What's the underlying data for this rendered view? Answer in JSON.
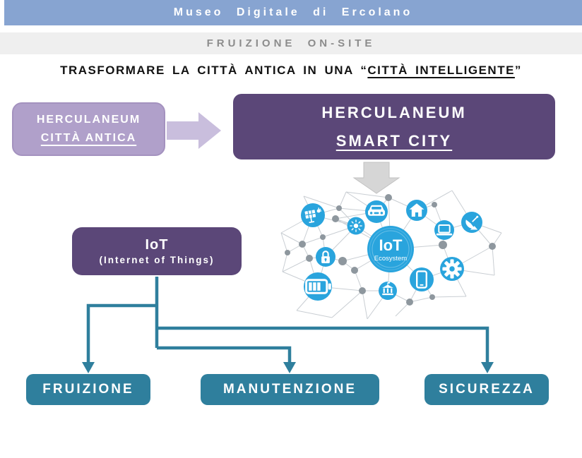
{
  "banner": {
    "title": "Museo Digitale di Ercolano"
  },
  "section": {
    "title": "FRUIZIONE ON-SITE"
  },
  "headline": {
    "prefix": "TRASFORMARE LA CITTÀ ANTICA IN UNA “",
    "emphasis": "CITTÀ INTELLIGENTE",
    "suffix": "”"
  },
  "flow": {
    "ancient_city_box": {
      "line1": "HERCULANEUM",
      "line2": "CITTÀ ANTICA"
    },
    "smart_city_box": {
      "line1": "HERCULANEUM",
      "line2": "SMART CITY"
    },
    "iot_box": {
      "title": "IoT",
      "subtitle": "(Internet of Things)"
    },
    "outcomes": [
      {
        "label": "FRUIZIONE"
      },
      {
        "label": "MANUTENZIONE"
      },
      {
        "label": "SICUREZZA"
      }
    ]
  },
  "network": {
    "center_title": "IoT",
    "center_subtitle": "Ecosystem",
    "icons": [
      "solar-panel",
      "car",
      "house",
      "light-bulb",
      "laptop",
      "satellite-dish",
      "lock",
      "battery",
      "bank",
      "smartphone",
      "gear"
    ]
  },
  "colors": {
    "banner_blue": "#87a4d1",
    "band_gray": "#efefef",
    "light_purple": "#b0a0ca",
    "arrow_lavender": "#c9bedd",
    "dark_purple": "#5b4778",
    "teal": "#2f7f9d",
    "network_blue": "#29a4dd",
    "node_gray": "#8e979e"
  }
}
